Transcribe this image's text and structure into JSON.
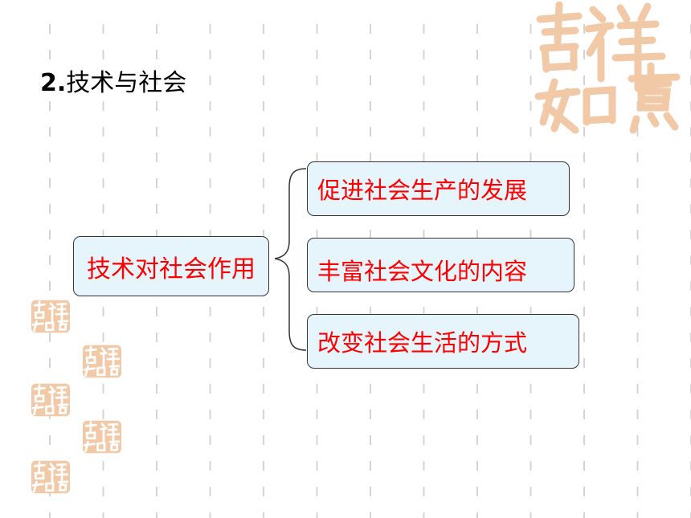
{
  "title": {
    "number": "2.",
    "text": "技术与社会"
  },
  "diagram": {
    "root": "技术对社会作用",
    "branches": [
      "促进社会生产的发展",
      "丰富社会文化的内容",
      "改变社会生活的方式"
    ]
  },
  "decoration": {
    "seal_glyphs": [
      "吉",
      "祥",
      "如",
      "意"
    ],
    "seal_color": "#f2c9a6",
    "dash_color": "#d4d4d4",
    "box_fill": "#e6f4fb",
    "text_color": "#ff0000"
  }
}
